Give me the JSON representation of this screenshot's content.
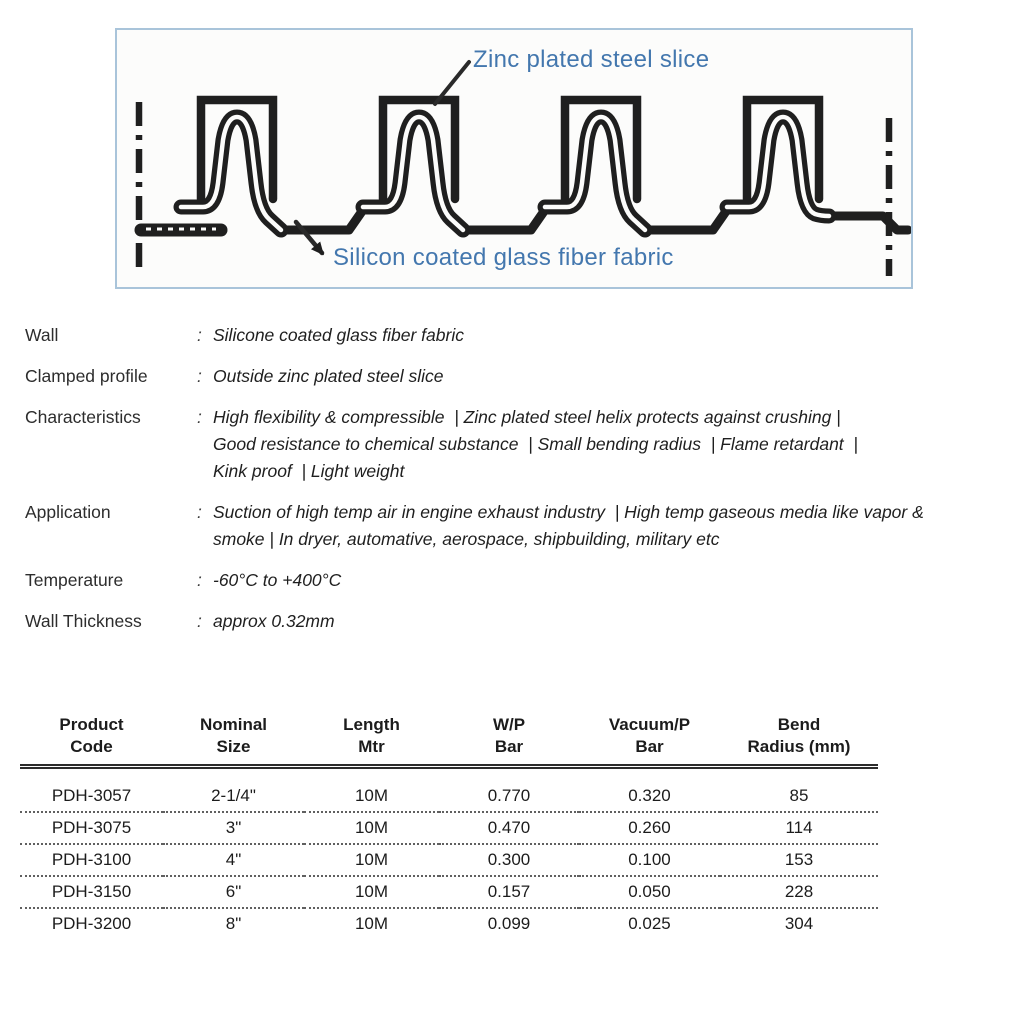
{
  "colors": {
    "diagram_border": "#a9c4da",
    "label_blue": "#4377ae",
    "line_dark": "#1f1f1f",
    "table_rule": "#2b2b2b"
  },
  "diagram": {
    "label_steel": "Zinc plated steel slice",
    "label_fabric": "Silicon coated glass fiber fabric"
  },
  "specs": [
    {
      "label": "Wall",
      "sep": ":",
      "value": "Silicone coated glass fiber fabric"
    },
    {
      "label": "Clamped profile",
      "sep": ":",
      "value": "Outside zinc plated steel slice"
    },
    {
      "label": "Characteristics",
      "sep": ":",
      "value": "High flexibility & compressible  | Zinc plated steel helix protects against crushing |\nGood resistance to chemical substance  | Small bending radius  | Flame retardant  |\nKink proof  | Light weight"
    },
    {
      "label": "Application",
      "sep": ":",
      "value": "Suction of high temp air in engine exhaust industry  | High temp gaseous media like vapor &\nsmoke | In dryer, automative, aerospace, shipbuilding, military etc"
    },
    {
      "label": "Temperature",
      "sep": ":",
      "value": "-60°C to +400°C"
    },
    {
      "label": "Wall Thickness",
      "sep": ":",
      "value": "approx 0.32mm"
    }
  ],
  "table": {
    "headers": [
      {
        "line1": "Product",
        "line2": "Code"
      },
      {
        "line1": "Nominal",
        "line2": "Size"
      },
      {
        "line1": "Length",
        "line2": "Mtr"
      },
      {
        "line1": "W/P",
        "line2": "Bar"
      },
      {
        "line1": "Vacuum/P",
        "line2": "Bar"
      },
      {
        "line1": "Bend",
        "line2": "Radius (mm)"
      }
    ],
    "rows": [
      {
        "code": "PDH-3057",
        "size": "2-1/4\"",
        "length": "10M",
        "wp": "0.770",
        "vac": "0.320",
        "bend": "85"
      },
      {
        "code": "PDH-3075",
        "size": "3\"",
        "length": "10M",
        "wp": "0.470",
        "vac": "0.260",
        "bend": "114"
      },
      {
        "code": "PDH-3100",
        "size": "4\"",
        "length": "10M",
        "wp": "0.300",
        "vac": "0.100",
        "bend": "153"
      },
      {
        "code": "PDH-3150",
        "size": "6\"",
        "length": "10M",
        "wp": "0.157",
        "vac": "0.050",
        "bend": "228"
      },
      {
        "code": "PDH-3200",
        "size": "8\"",
        "length": "10M",
        "wp": "0.099",
        "vac": "0.025",
        "bend": "304"
      }
    ]
  }
}
